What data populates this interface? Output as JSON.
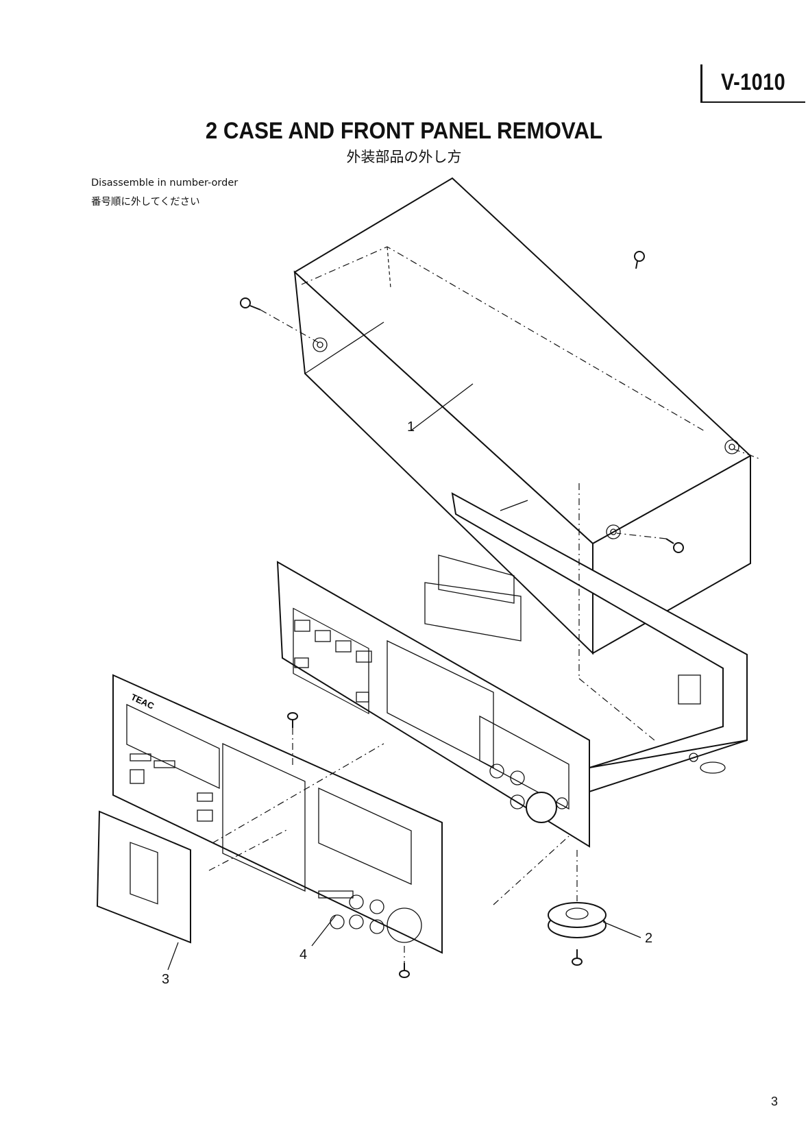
{
  "header": {
    "model": "V-1010",
    "title": "2 CASE AND FRONT PANEL REMOVAL",
    "subtitle_jp": "外装部品の外し方"
  },
  "instructions": {
    "english": "Disassemble in number-order",
    "japanese": "番号順に外してください"
  },
  "callouts": [
    {
      "label": "1",
      "part": "case"
    },
    {
      "label": "2",
      "part": "foot"
    },
    {
      "label": "3",
      "part": "cassette lid"
    },
    {
      "label": "4",
      "part": "front panel"
    }
  ],
  "panel_logo": "TEAC",
  "page_number": "3"
}
